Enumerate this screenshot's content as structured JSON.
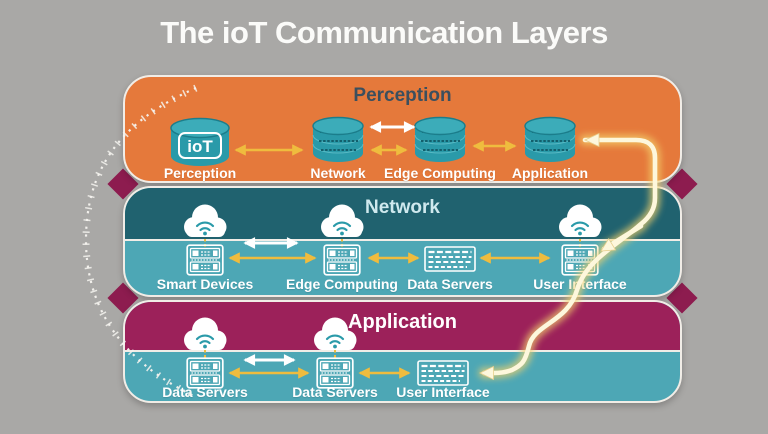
{
  "title": "The ioT Communication Layers",
  "iot_badge": "ioT",
  "layers": [
    {
      "title": "Perception",
      "items": [
        {
          "label": "Perception",
          "icon": "iot-database-cylinder"
        },
        {
          "label": "Network",
          "icon": "database-cylinder"
        },
        {
          "label": "Edge Computing",
          "icon": "database-cylinder"
        },
        {
          "label": "Application",
          "icon": "database-cylinder"
        }
      ]
    },
    {
      "title": "Network",
      "items": [
        {
          "label": "Smart Devices",
          "icon": "cloud-wifi-server"
        },
        {
          "label": "Edge Computing",
          "icon": "cloud-wifi-server"
        },
        {
          "label": "Data Servers",
          "icon": "data-table"
        },
        {
          "label": "User Interface",
          "icon": "cloud-wifi-server"
        }
      ]
    },
    {
      "title": "Application",
      "items": [
        {
          "label": "Data Servers",
          "icon": "cloud-wifi-server"
        },
        {
          "label": "Data Servers",
          "icon": "cloud-wifi-server"
        },
        {
          "label": "User Interface",
          "icon": "data-table"
        }
      ]
    }
  ],
  "colors": {
    "background": "#a9a8a6",
    "perception_band": "#e5793b",
    "network_header": "#20626f",
    "content_teal": "#4da7b5",
    "application_header": "#9c215a",
    "corner_wedge": "#8d1c4f",
    "arrow_yellow": "#efbc3e",
    "arrow_white": "#ffffff",
    "cylinder_teal": "#2a9aa9",
    "glow_line": "#fdf7dc",
    "band_border": "#f1ede7",
    "perception_title_text": "#3b4f5e",
    "network_title_text": "#cfe9ee",
    "application_title_text": "#ffffff"
  }
}
